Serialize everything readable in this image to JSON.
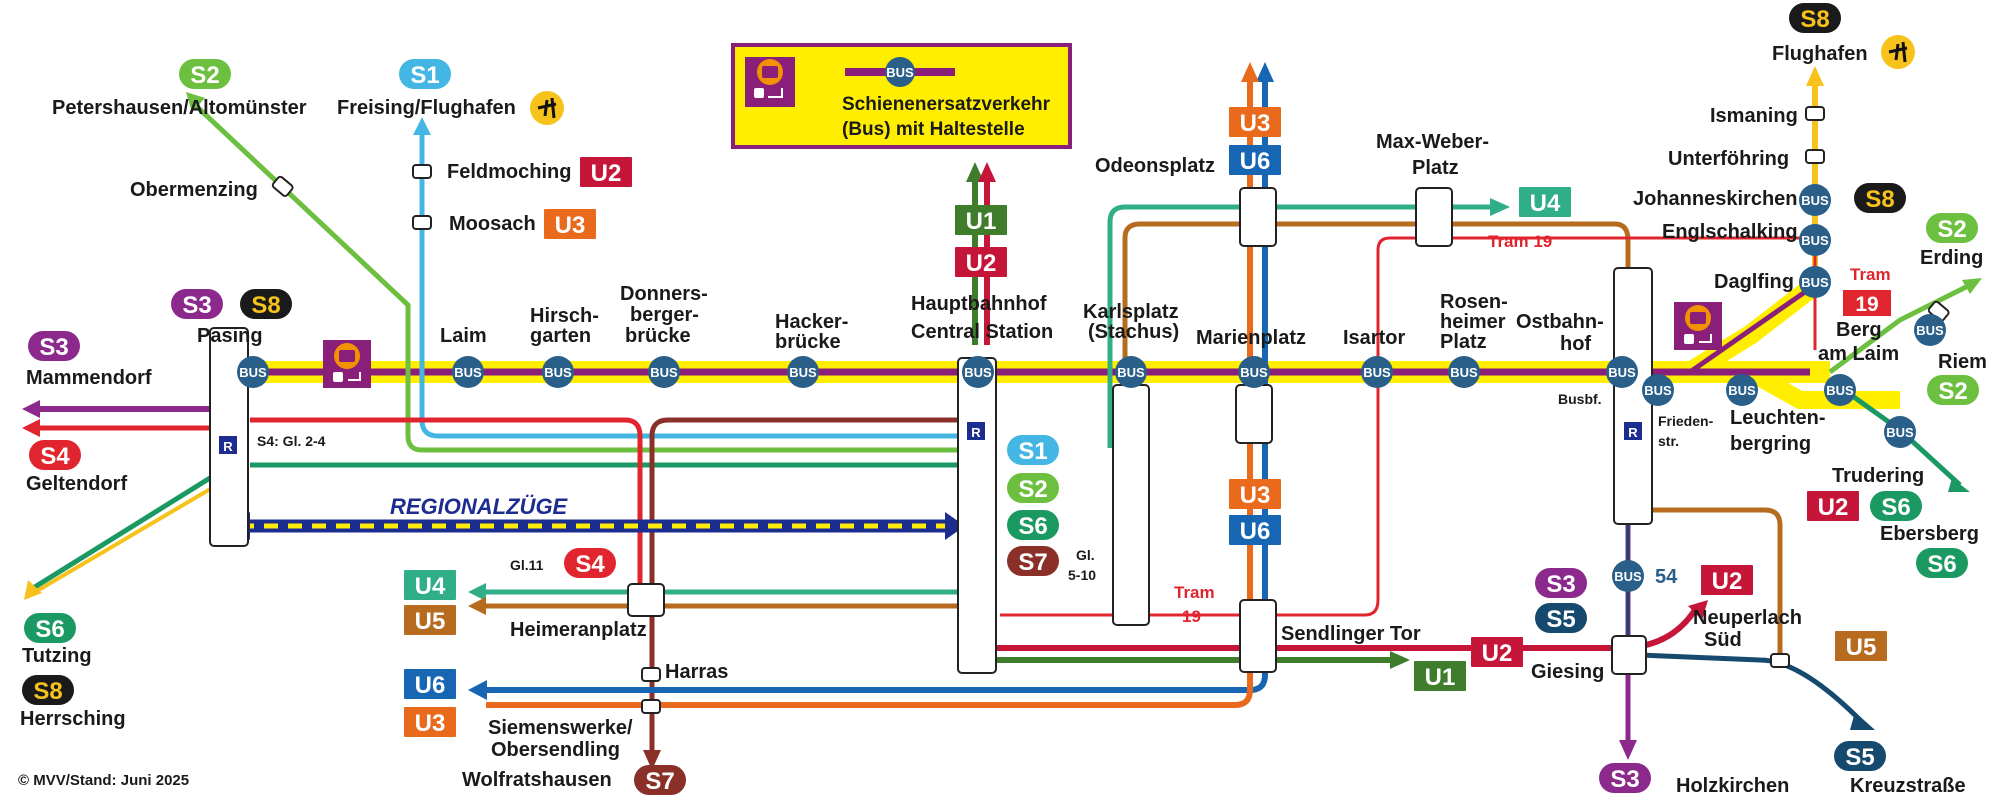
{
  "legend": {
    "bus_label": "BUS",
    "line1": "Schienenersatzverkehr",
    "line2": "(Bus) mit Haltestelle"
  },
  "copyright": "© MVV/Stand: Juni 2025",
  "regional": "REGIONALZÜGE",
  "bus_label": "BUS",
  "r_label": "R",
  "stations": {
    "pasing": "Pasing",
    "laim": "Laim",
    "hirschgarten_1": "Hirsch-",
    "hirschgarten_2": "garten",
    "donnersberger_1": "Donners-",
    "donnersberger_2": "berger-",
    "donnersberger_3": "brücke",
    "hacker_1": "Hacker-",
    "hacker_2": "brücke",
    "hbf_1": "Hauptbahnhof",
    "hbf_2": "Central Station",
    "karlsplatz_1": "Karlsplatz",
    "karlsplatz_2": "(Stachus)",
    "marienplatz": "Marienplatz",
    "isartor": "Isartor",
    "rosenheimer_1": "Rosen-",
    "rosenheimer_2": "heimer",
    "rosenheimer_3": "Platz",
    "ostbahnhof_1": "Ostbahn-",
    "ostbahnhof_2": "hof",
    "busbf": "Busbf.",
    "friedenstr_1": "Frieden-",
    "friedenstr_2": "str.",
    "leuchtenbergring_1": "Leuchten-",
    "leuchtenbergring_2": "bergring",
    "berg_am_laim_1": "Berg",
    "berg_am_laim_2": "am Laim",
    "daglfing": "Daglfing",
    "englschalking": "Englschalking",
    "johanneskirchen": "Johanneskirchen",
    "unterfoehring": "Unterföhring",
    "ismaning": "Ismaning",
    "flughafen": "Flughafen",
    "erding": "Erding",
    "riem": "Riem",
    "trudering": "Trudering",
    "ebersberg": "Ebersberg",
    "neuperlach_1": "Neuperlach",
    "neuperlach_2": "Süd",
    "kreuzstrasse": "Kreuzstraße",
    "holzkirchen": "Holzkirchen",
    "giesing": "Giesing",
    "sendlinger_tor": "Sendlinger Tor",
    "odeonsplatz": "Odeonsplatz",
    "max_weber_1": "Max-Weber-",
    "max_weber_2": "Platz",
    "heimeranplatz": "Heimeranplatz",
    "harras": "Harras",
    "siemenswerke_1": "Siemenswerke/",
    "siemenswerke_2": "Obersendling",
    "wolfratshausen": "Wolfratshausen",
    "feldmoching": "Feldmoching",
    "moosach": "Moosach",
    "freising": "Freising/Flughafen",
    "petershausen": "Petershausen/Altomünster",
    "obermenzing": "Obermenzing",
    "mammendorf": "Mammendorf",
    "geltendorf": "Geltendorf",
    "tutzing": "Tutzing",
    "herrsching": "Herrsching"
  },
  "notes": {
    "s4_gleis": "S4: Gl. 2-4",
    "gl11": "Gl.11",
    "gl_5_10_1": "Gl.",
    "gl_5_10_2": "5-10",
    "tram19": "Tram 19",
    "tram_word": "Tram",
    "tram_num": "19",
    "bus54": "54"
  },
  "lines": {
    "S1": "S1",
    "S2": "S2",
    "S3": "S3",
    "S4": "S4",
    "S5": "S5",
    "S6": "S6",
    "S7": "S7",
    "S8": "S8",
    "U1": "U1",
    "U2": "U2",
    "U3": "U3",
    "U4": "U4",
    "U5": "U5",
    "U6": "U6"
  },
  "colors": {
    "S1": "#43b6e3",
    "S2": "#6dbf3f",
    "S3": "#8b2a8c",
    "S4": "#e1252e",
    "S5": "#15496e",
    "S6": "#1a9a62",
    "S7": "#8b3029",
    "S8": "#1a1a1a",
    "S8_text": "#f6c21b",
    "U1": "#3f7c2c",
    "U2": "#c5163a",
    "U3": "#ea6a1d",
    "U4": "#2fae88",
    "U5": "#b66b1e",
    "U6": "#1766b4",
    "bus": "#2a5f8a",
    "sev_yellow": "#ffee00",
    "sev_purple": "#8a1f7a",
    "tram": "#e1252e"
  }
}
